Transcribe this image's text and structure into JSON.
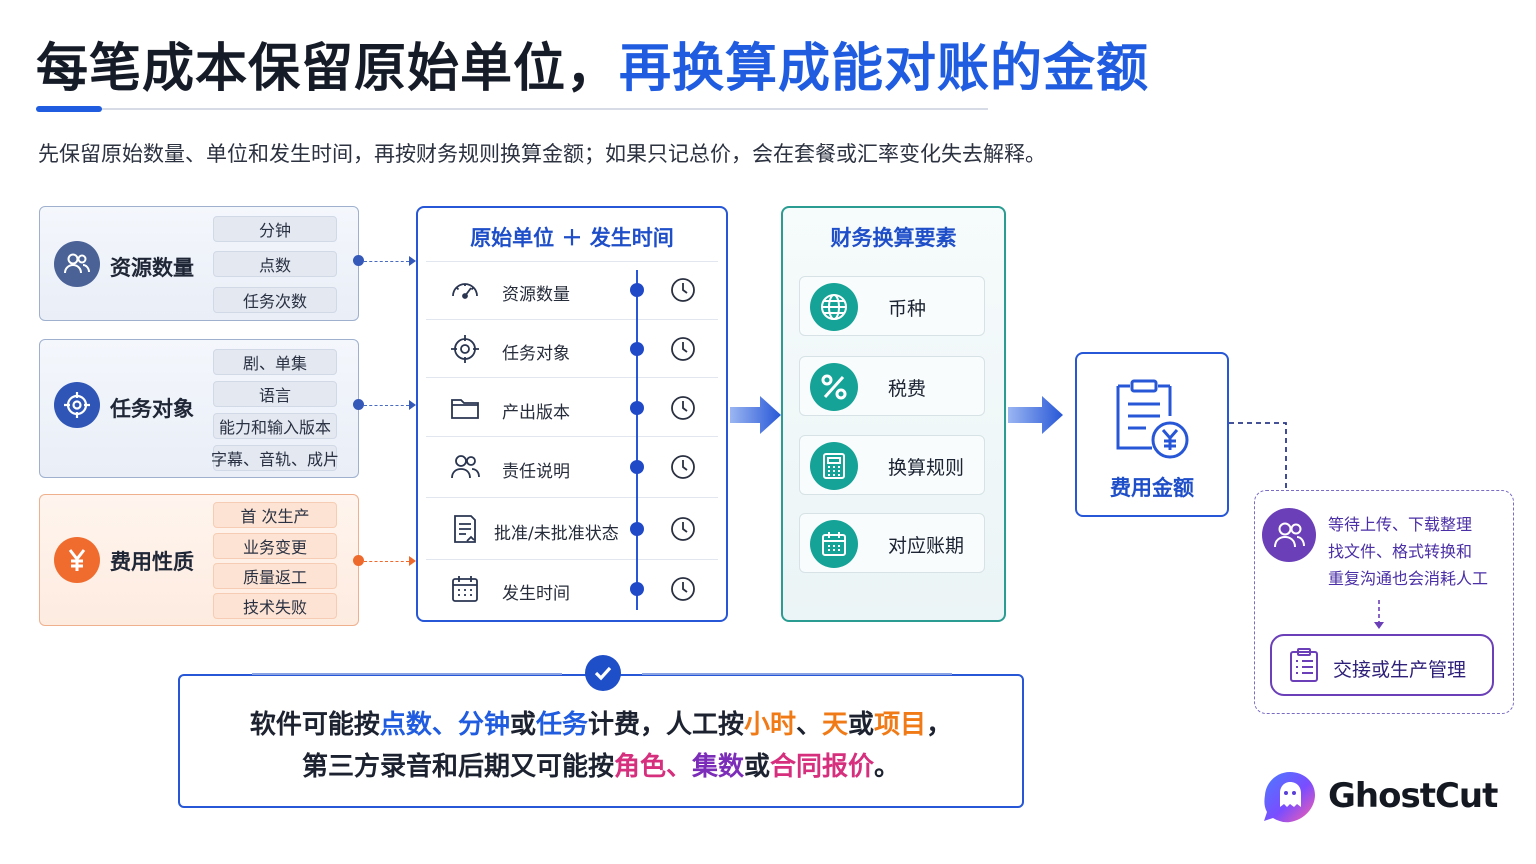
{
  "title": {
    "part1": "每笔成本保留原始单位，",
    "part2": "再换算成能对账的金额"
  },
  "subtitle": "先保留原始数量、单位和发生时间，再按财务规则换算金额；如果只记总价，会在套餐或汇率变化失去解释。",
  "categories": [
    {
      "label": "资源数量",
      "icon": "users-icon",
      "tags": [
        "分钟",
        "点数",
        "任务次数"
      ]
    },
    {
      "label": "任务对象",
      "icon": "target-icon",
      "tags": [
        "剧、单集",
        "语言",
        "能力和输入版本",
        "字幕、音轨、成片"
      ]
    },
    {
      "label": "费用性质",
      "icon": "yen-icon",
      "tags": [
        "首 次生产",
        "业务变更",
        "质量返工",
        "技术失败"
      ]
    }
  ],
  "middle": {
    "title": "原始单位 ＋ 发生时间",
    "rows": [
      {
        "label": "资源数量",
        "icon": "gauge-icon"
      },
      {
        "label": "任务对象",
        "icon": "target-icon"
      },
      {
        "label": "产出版本",
        "icon": "folder-icon"
      },
      {
        "label": "责任说明",
        "icon": "users-icon"
      },
      {
        "label": "批准/未批准状态",
        "icon": "document-icon"
      },
      {
        "label": "发生时间",
        "icon": "calendar-icon"
      }
    ]
  },
  "finance": {
    "title": "财务换算要素",
    "items": [
      {
        "label": "币种",
        "icon": "globe-icon"
      },
      {
        "label": "税费",
        "icon": "percent-icon"
      },
      {
        "label": "换算规则",
        "icon": "calculator-icon"
      },
      {
        "label": "对应账期",
        "icon": "calendar-icon"
      }
    ]
  },
  "result": {
    "label": "费用金额",
    "icon": "invoice-yen-icon"
  },
  "side_note": {
    "lines": [
      "等待上传、下载整理",
      "找文件、格式转换和",
      "重复沟通也会消耗人工"
    ],
    "button": "交接或生产管理"
  },
  "bottom_note": {
    "line1": {
      "p1": "软件可能按",
      "h1": "点数",
      "p2": "、",
      "h2": "分钟",
      "p3": "或",
      "h3": "任务",
      "p4": "计费，人工按",
      "h4": "小时",
      "p5": "、",
      "h5": "天",
      "p6": "或",
      "h6": "项目",
      "p7": "，"
    },
    "line2": {
      "p1": "第三方录音和后期又可能按",
      "h1": "角色",
      "p2": "、",
      "h2": "集数",
      "p3": "或",
      "h3": "合同报价",
      "p4": "。"
    }
  },
  "brand": {
    "name": "GhostCut"
  },
  "colors": {
    "primary_blue": "#1f5ce0",
    "teal": "#16a397",
    "orange": "#f06c2e",
    "purple": "#6a3fb8"
  }
}
